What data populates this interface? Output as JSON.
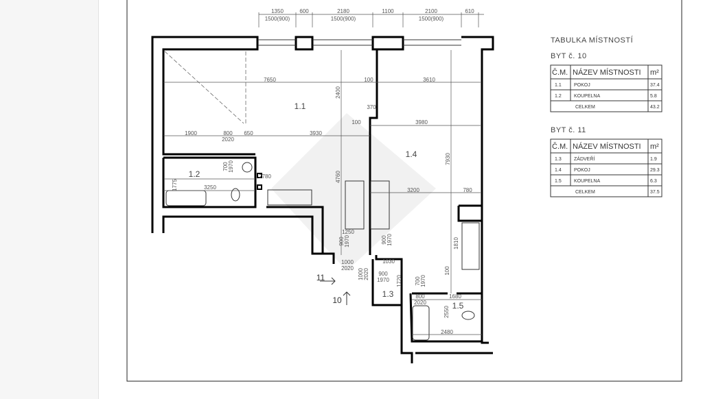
{
  "top_dims": {
    "d1": "1350",
    "d1b": "1500(900)",
    "d2": "600",
    "d3": "2180",
    "d3b": "1500(900)",
    "d4": "1100",
    "d5": "2100",
    "d5b": "1500(900)",
    "d6": "610"
  },
  "rooms": {
    "r11": "1.1",
    "r12": "1.2",
    "r13": "1.3",
    "r14": "1.4",
    "r15": "1.5"
  },
  "dims": {
    "a7650": "7650",
    "a100": "100",
    "a3610": "3610",
    "a2400": "2400",
    "a370": "370",
    "b100": "100",
    "a3980": "3980",
    "a1900": "1900",
    "a800": "800",
    "a2020": "2020",
    "a650": "650",
    "a3930": "3930",
    "a4760": "4760",
    "a7930": "7930",
    "door12a": "700",
    "door12b": "1970",
    "a2780": "2780",
    "a1775": "1775",
    "a3250": "3250",
    "a3200": "3200",
    "a780": "780",
    "a1250": "1250",
    "doorA1": "900",
    "doorA2": "1970",
    "doorB1": "900",
    "doorB2": "1970",
    "a1000": "1000",
    "b2020": "2020",
    "a1030": "1030",
    "v1000": "1000",
    "v2020": "2020",
    "doorC1": "900",
    "doorC2": "1970",
    "a1720": "1720",
    "door15a": "700",
    "door15b": "1970",
    "a1810": "1810",
    "v100": "100",
    "c800": "800",
    "c2020": "2020",
    "a1680": "1680",
    "a2550": "2550",
    "a2480": "2480"
  },
  "markers": {
    "m11": "11",
    "m10": "10"
  },
  "table": {
    "title": "TABULKA MÍSTNOSTÍ",
    "flats": [
      {
        "name": "BYT č. 10",
        "h1": "Č.M.",
        "h2": "NÁZEV MÍSTNOSTI",
        "h3": "m²",
        "rows": [
          {
            "no": "1.1",
            "name": "POKOJ",
            "area": "37.4"
          },
          {
            "no": "1.2",
            "name": "KOUPELNA",
            "area": "5.8"
          }
        ],
        "total_label": "CELKEM",
        "total": "43.2"
      },
      {
        "name": "BYT č. 11",
        "h1": "Č.M.",
        "h2": "NÁZEV MÍSTNOSTI",
        "h3": "m²",
        "rows": [
          {
            "no": "1.3",
            "name": "ZÁDVEŘÍ",
            "area": "1.9"
          },
          {
            "no": "1.4",
            "name": "POKOJ",
            "area": "29.3"
          },
          {
            "no": "1.5",
            "name": "KOUPELNA",
            "area": "6.3"
          }
        ],
        "total_label": "CELKEM",
        "total": "37.5"
      }
    ]
  }
}
